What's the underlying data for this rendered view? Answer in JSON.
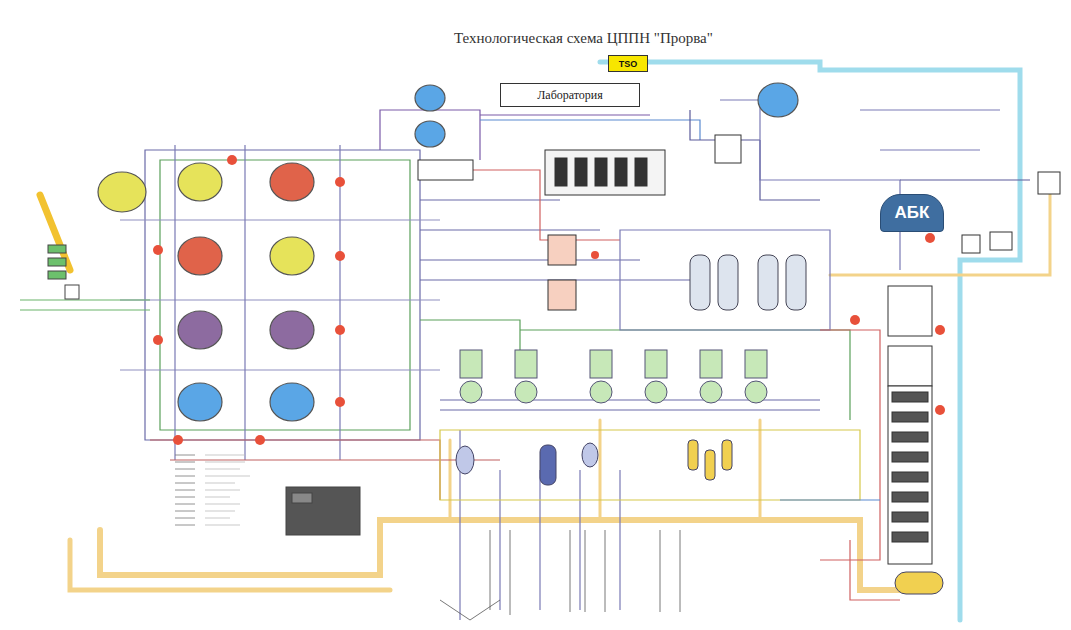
{
  "diagram": {
    "title": "Технологическая схема  ЦППН \"Прорва\"",
    "nodes": [
      {
        "text": [
          "TSO"
        ]
      },
      {
        "text": [
          "Лаборатория"
        ]
      },
      {
        "text": [
          "АБК"
        ]
      }
    ]
  }
}
